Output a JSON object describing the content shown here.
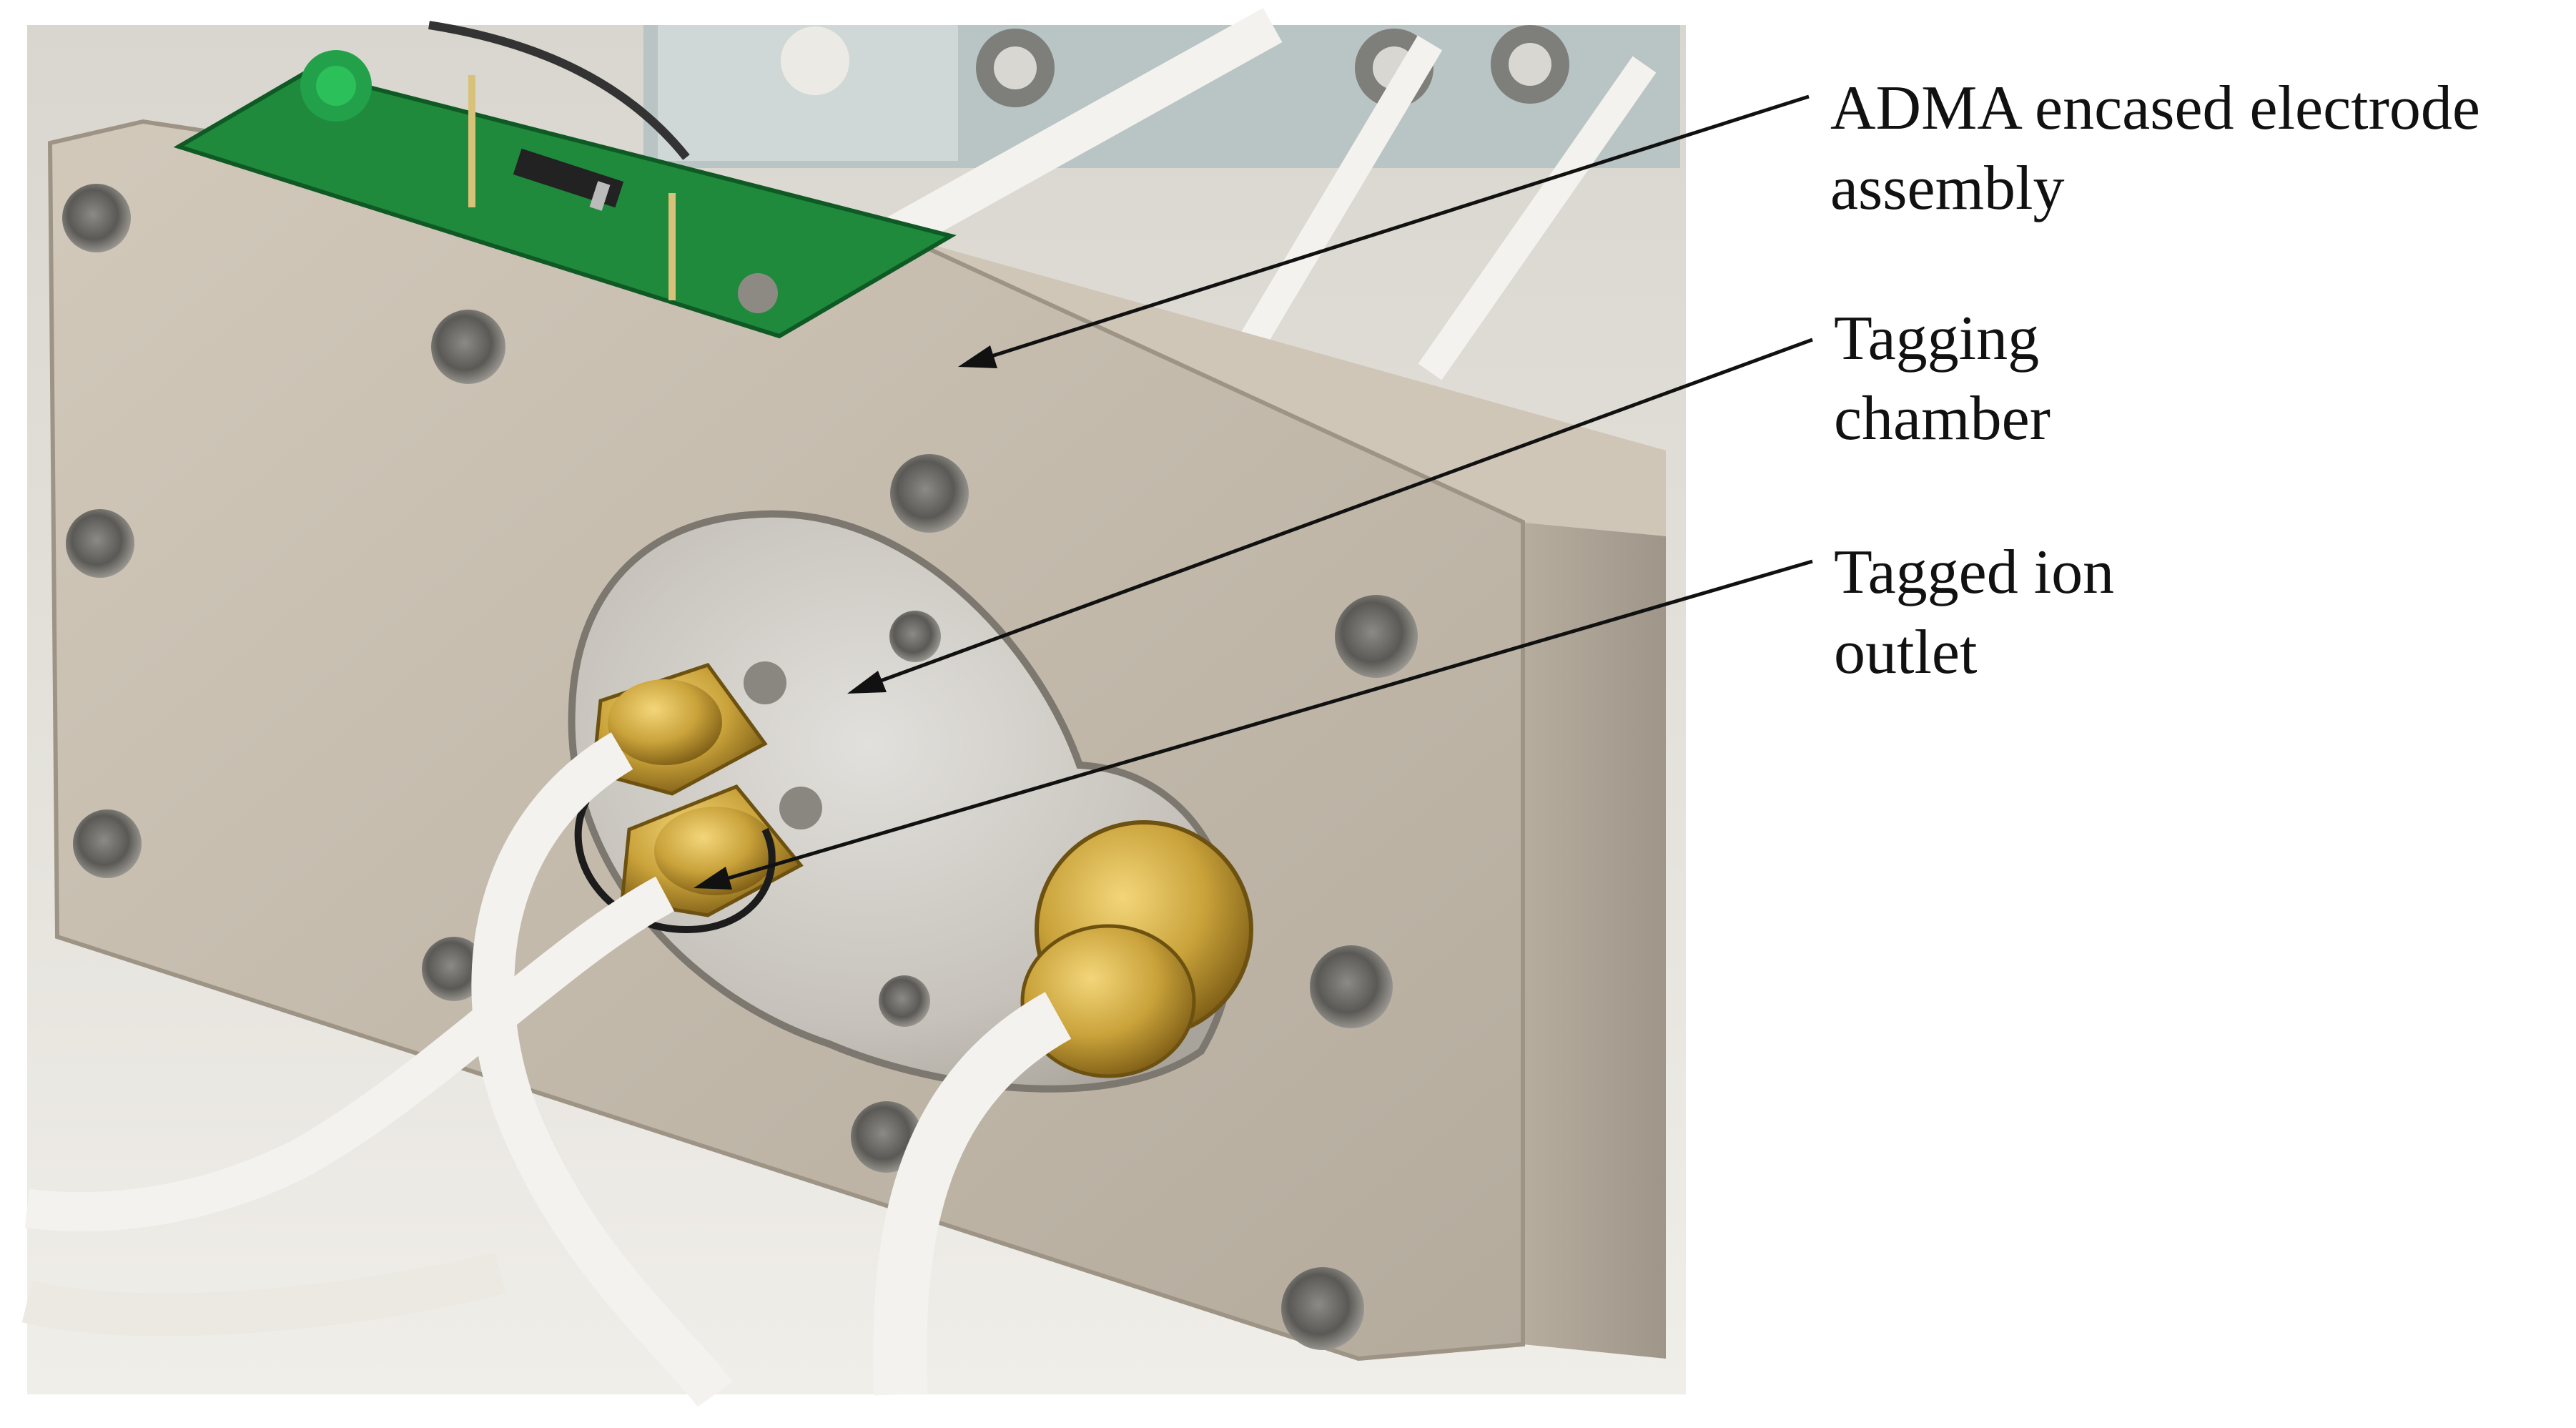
{
  "figure": {
    "description_hidden": "",
    "colors": {
      "background": "#ffffff",
      "housing": "#c9c0b2",
      "pcb": "#1f8a3c",
      "brass": "#c9a23a",
      "tubing": "#f1efe9",
      "arrow": "#111111"
    }
  },
  "labels": {
    "adma": {
      "line1": "ADMA encased electrode",
      "line2": "assembly"
    },
    "chamber": {
      "line1": "Tagging",
      "line2": "chamber"
    },
    "outlet": {
      "line1": "Tagged ion",
      "line2": "outlet"
    }
  }
}
